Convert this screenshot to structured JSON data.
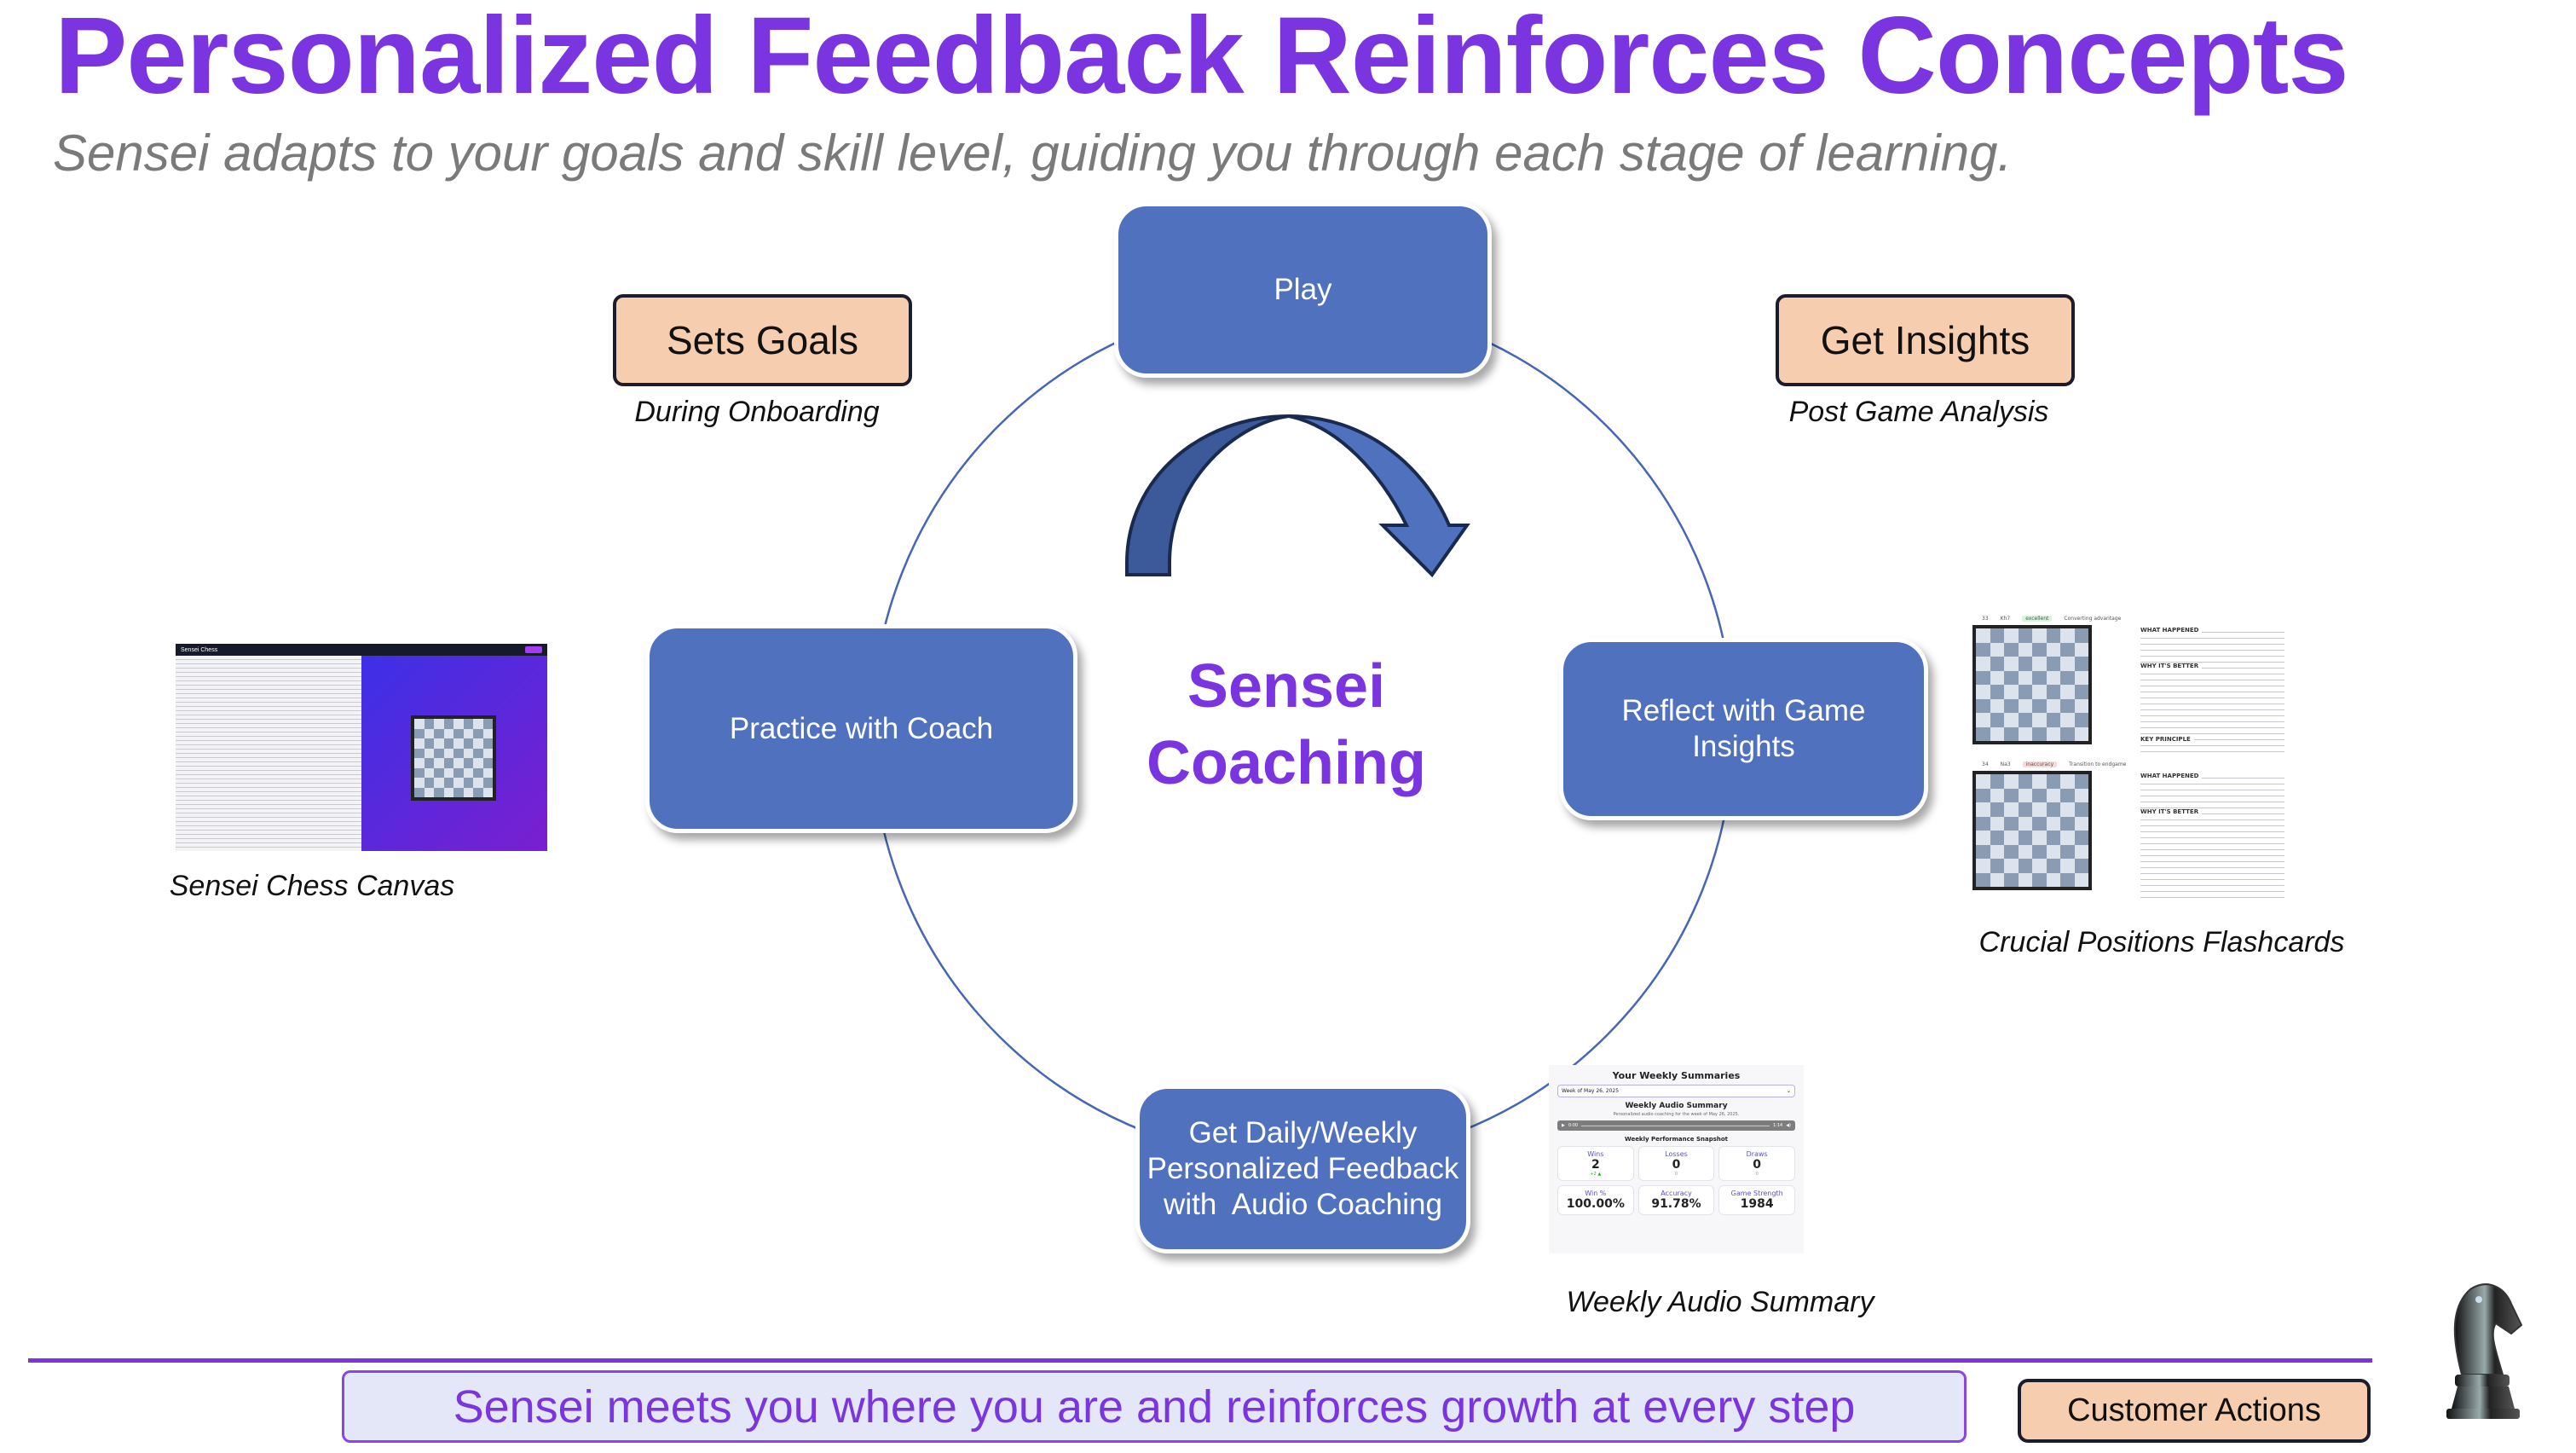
{
  "header": {
    "title": "Personalized Feedback Reinforces Concepts",
    "subtitle": "Sensei adapts to your goals and skill level, guiding you through each stage of learning."
  },
  "cycle": {
    "center": [
      "Sensei",
      "Coaching"
    ],
    "nodes": {
      "play": "Play",
      "practice": "Practice with Coach",
      "reflect": [
        "Reflect with Game",
        "Insights"
      ],
      "feedback": [
        "Get Daily/Weekly",
        "Personalized Feedback",
        "with  Audio Coaching"
      ]
    }
  },
  "customer_actions": {
    "sets_goals": "Sets Goals",
    "sets_goals_caption": "During Onboarding",
    "get_insights": "Get Insights",
    "get_insights_caption": "Post Game Analysis"
  },
  "screenshots": {
    "canvas": {
      "caption": "Sensei Chess Canvas",
      "app_name": "Sensei Chess"
    },
    "flashcards": {
      "caption": "Crucial Positions Flashcards",
      "cards": [
        {
          "move_no": "33",
          "move": "Kh7",
          "badge": "excellent",
          "phase": "Converting advantage",
          "badge_color": "#d7f5dc"
        },
        {
          "move_no": "34",
          "move": "Na3",
          "badge": "inaccuracy",
          "phase": "Transition to endgame",
          "badge_color": "#fbd9d9"
        }
      ],
      "labels": [
        "WHAT HAPPENED",
        "WHY IT'S BETTER",
        "KEY PRINCIPLE"
      ]
    },
    "weekly": {
      "caption": "Weekly Audio Summary",
      "heading": "Your Weekly Summaries",
      "week_select": "Week of May 26, 2025",
      "audio_title": "Weekly Audio Summary",
      "audio_sub": "Personalized audio coaching for the week of May 26, 2025.",
      "time_start": "0:00",
      "time_end": "1:14",
      "snapshot_title": "Weekly Performance Snapshot",
      "stats": [
        {
          "label": "Wins",
          "value": "2",
          "delta": "+2 ▲"
        },
        {
          "label": "Losses",
          "value": "0",
          "delta": "0"
        },
        {
          "label": "Draws",
          "value": "0",
          "delta": "0"
        },
        {
          "label": "Win %",
          "value": "100.00%"
        },
        {
          "label": "Accuracy",
          "value": "91.78%"
        },
        {
          "label": "Game Strength",
          "value": "1984"
        }
      ]
    }
  },
  "footer": {
    "banner": "Sensei meets you where you are and reinforces growth at every step",
    "legend": "Customer Actions"
  },
  "colors": {
    "accent_purple": "#7B35E0",
    "node_blue": "#5071BE",
    "action_peach": "#F6CDAE",
    "banner_fill": "#E4E7F8"
  },
  "icons": {
    "logo": "chess-knight-icon",
    "cycle_arrow": "curved-arrow-icon"
  }
}
